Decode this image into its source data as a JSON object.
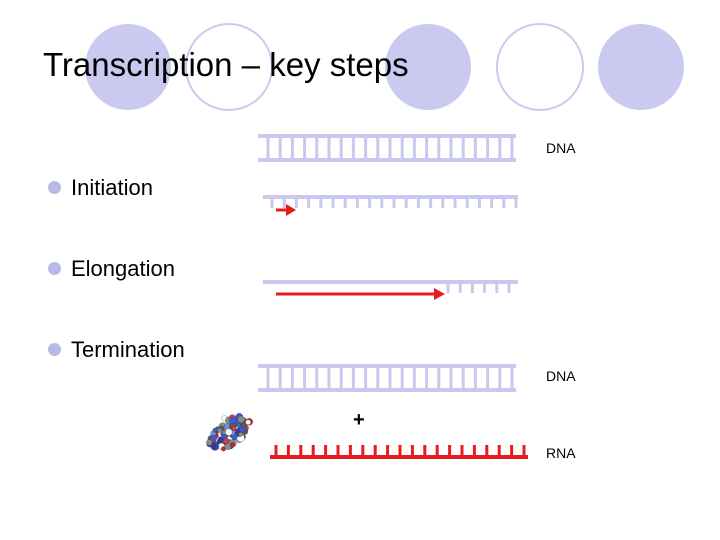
{
  "title": "Transcription – key steps",
  "bullets": [
    "Initiation",
    "Elongation",
    "Termination"
  ],
  "labels": {
    "dna_top": "DNA",
    "dna_bottom": "DNA",
    "rna": "RNA",
    "plus": "+"
  },
  "colors": {
    "accent_circle": "#cacaf0",
    "circle_outline": "#cacaf0",
    "bullet": "#b9b9e6",
    "dna_strand": "#c9c9ef",
    "rna_strand": "#e51c1c",
    "arrow": "#e51c1c"
  },
  "icons": {
    "polymerase": "rna-polymerase-molecule-icon"
  }
}
